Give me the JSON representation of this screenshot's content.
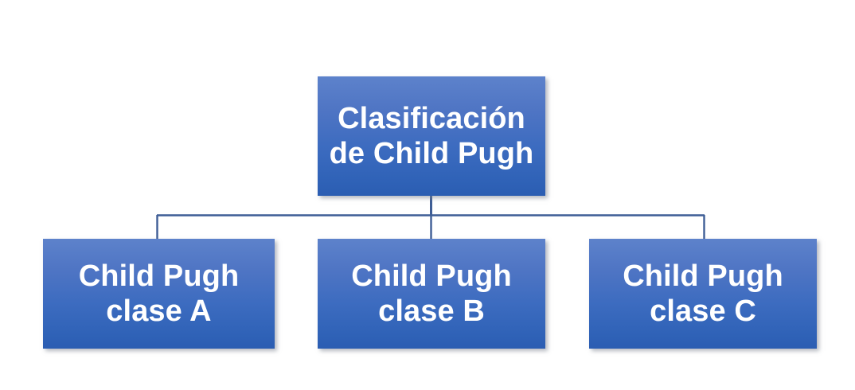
{
  "diagram": {
    "type": "org-chart",
    "title": "Clasificación de Child Pugh",
    "background_color": "#ffffff",
    "node_fill_top": "#5d82cb",
    "node_fill_bottom": "#2b5db2",
    "node_text_color": "#ffffff",
    "connector_color": "#3f5e96",
    "root": {
      "id": "root",
      "label": "Clasificación\nde Child Pugh",
      "line1": "Clasificación",
      "line2": "de Child Pugh"
    },
    "children": [
      {
        "id": "class-a",
        "label": "Child Pugh\nclase A",
        "line1": "Child Pugh",
        "line2": "clase A"
      },
      {
        "id": "class-b",
        "label": "Child Pugh\nclase B",
        "line1": "Child Pugh",
        "line2": "clase B"
      },
      {
        "id": "class-c",
        "label": "Child Pugh\nclase C",
        "line1": "Child Pugh",
        "line2": "clase C"
      }
    ]
  }
}
